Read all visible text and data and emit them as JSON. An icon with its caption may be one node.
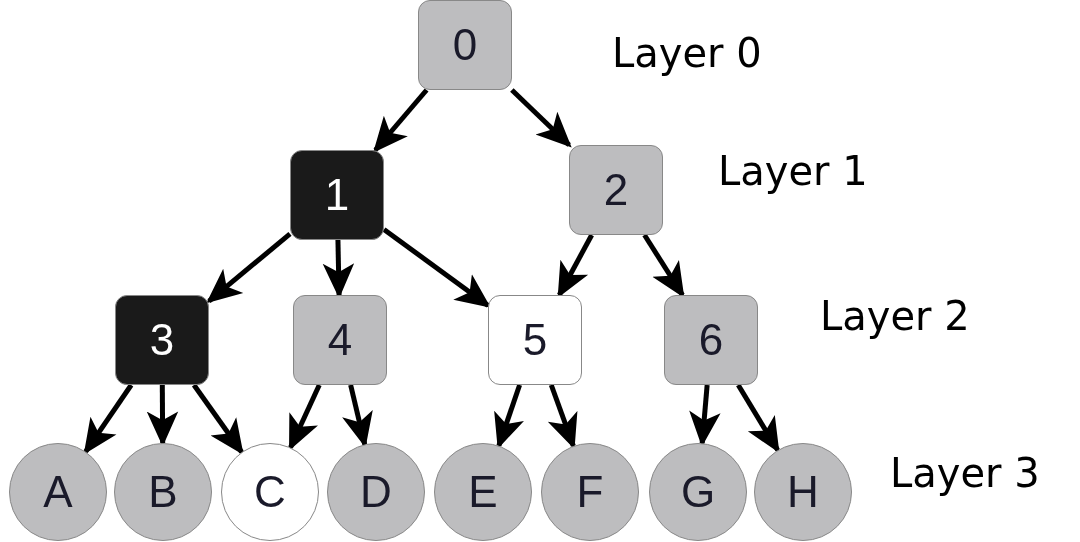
{
  "diagram": {
    "nodes": [
      {
        "text": [
          "0"
        ]
      },
      {
        "text": [
          "1"
        ]
      },
      {
        "text": [
          "2"
        ]
      },
      {
        "text": [
          "3"
        ]
      },
      {
        "text": [
          "4"
        ]
      },
      {
        "text": [
          "5"
        ]
      },
      {
        "text": [
          "6"
        ]
      },
      {
        "text": [
          "A"
        ]
      },
      {
        "text": [
          "B"
        ]
      },
      {
        "text": [
          "C"
        ]
      },
      {
        "text": [
          "D"
        ]
      },
      {
        "text": [
          "E"
        ]
      },
      {
        "text": [
          "F"
        ]
      },
      {
        "text": [
          "G"
        ]
      },
      {
        "text": [
          "H"
        ]
      }
    ],
    "edges": [
      {
        "from": 0,
        "to": 1,
        "arrow": "to"
      },
      {
        "from": 0,
        "to": 2,
        "arrow": "to"
      },
      {
        "from": 1,
        "to": 3,
        "arrow": "to"
      },
      {
        "from": 1,
        "to": 4,
        "arrow": "to"
      },
      {
        "from": 1,
        "to": 5,
        "arrow": "to"
      },
      {
        "from": 2,
        "to": 5,
        "arrow": "to"
      },
      {
        "from": 2,
        "to": 6,
        "arrow": "to"
      },
      {
        "from": 3,
        "to": 7,
        "arrow": "to"
      },
      {
        "from": 3,
        "to": 8,
        "arrow": "to"
      },
      {
        "from": 3,
        "to": 9,
        "arrow": "to"
      },
      {
        "from": 4,
        "to": 9,
        "arrow": "to"
      },
      {
        "from": 4,
        "to": 10,
        "arrow": "to"
      },
      {
        "from": 5,
        "to": 11,
        "arrow": "to"
      },
      {
        "from": 5,
        "to": 12,
        "arrow": "to"
      },
      {
        "from": 6,
        "to": 13,
        "arrow": "to"
      },
      {
        "from": 6,
        "to": 14,
        "arrow": "to"
      }
    ],
    "labels": [
      "Layer 0",
      "Layer 1",
      "Layer 2",
      "Layer 3"
    ]
  }
}
